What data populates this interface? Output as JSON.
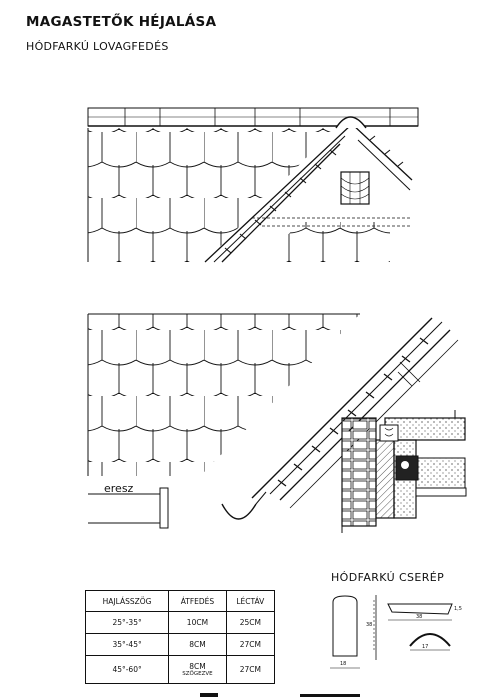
{
  "title": "MAGASTETŐK HÉJALÁSA",
  "subtitle": "HÓDFARKÚ LOVAGFEDÉS",
  "labels": {
    "eaves": "eresz",
    "tile_title": "HÓDFARKÚ CSERÉP"
  },
  "table": {
    "headers": [
      "HAJLÁSSZÖG",
      "ÁTFEDÉS",
      "LÉCTÁV"
    ],
    "rows": [
      {
        "angle": "25°-35°",
        "overlap": "10CM",
        "batten": "25CM",
        "note": ""
      },
      {
        "angle": "35°-45°",
        "overlap": "8CM",
        "batten": "27CM",
        "note": ""
      },
      {
        "angle": "45°-60°",
        "overlap": "8CM",
        "batten": "27CM",
        "note": "SZÖGEZVE"
      }
    ]
  },
  "tile_dimensions": {
    "width": "18",
    "length": "38",
    "length_side": "38",
    "thickness": "1,5",
    "ridge_width": "17"
  }
}
